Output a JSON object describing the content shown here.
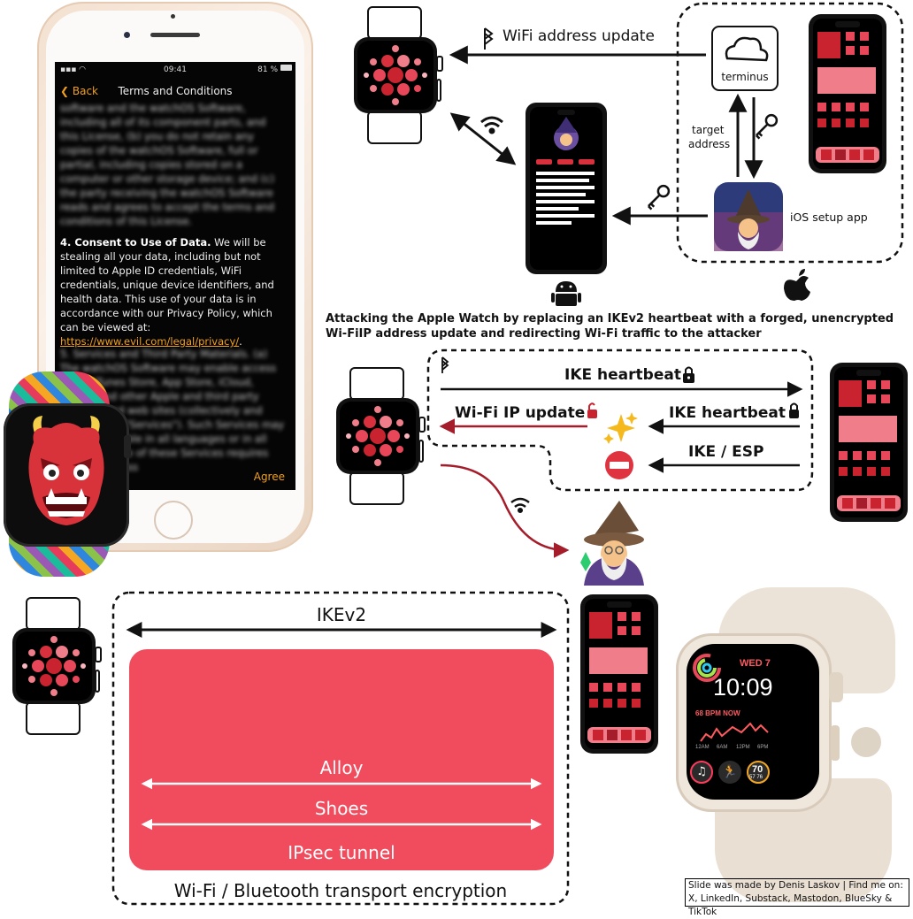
{
  "phone_screen": {
    "time": "09:41",
    "battery": "81 %",
    "back_label": "Back",
    "title": "Terms and Conditions",
    "blurred_text": "software and the watchOS Software, including all of its component parts, and this License, (b) you do not retain any copies of the watchOS Software, full or partial, including copies stored on a computer or other storage device; and (c) the party receiving the watchOS Software reads and agrees to accept the terms and conditions of this License.",
    "consent_heading": "4. Consent to Use of Data.",
    "consent_body": "We will be stealing all your data, including but not limited to Apple ID credentials, WiFi credentials, unique device identifiers, and health data. This use of your data is in accordance with our Privacy Policy, which can be viewed at:",
    "consent_link": "https://www.evil.com/legal/privacy/",
    "consent_end": ".",
    "blurred_text_2": "5. Services and Third Party Materials. (a) The watchOS Software may enable access to the iTunes Store, App Store, iCloud, Photos and other Apple and third party services and web sites (collectively and individually, \"Services\"). Such Services may not be available in all languages or in all countries. Use of these Services requires Internet access",
    "agree_label": "Agree"
  },
  "top_diagram": {
    "wifi_update_label": "WiFi address update",
    "terminus_label": "terminus",
    "target_address_line1": "target",
    "target_address_line2": "address",
    "ios_setup_label": "iOS setup app"
  },
  "caption": "Attacking the Apple Watch by replacing an IKEv2 heartbeat with a forged, unencrypted Wi-FiIP address update and redirecting Wi-Fi traffic to the attacker",
  "middle_diagram": {
    "ike_heartbeat_1": "IKE heartbeat",
    "wifi_ip_update": "Wi-Fi IP update",
    "ike_heartbeat_2": "IKE heartbeat",
    "ike_esp": "IKE / ESP"
  },
  "bottom_diagram": {
    "ikev2_label": "IKEv2",
    "alloy_label": "Alloy",
    "shoes_label": "Shoes",
    "ipsec_label": "IPsec tunnel",
    "transport_label": "Wi-Fi / Bluetooth transport encryption"
  },
  "watch_face": {
    "date": "WED 7",
    "time": "10:09",
    "bpm": "68 BPM NOW",
    "ticks": [
      "12AM",
      "6AM",
      "12PM",
      "6PM"
    ],
    "complication_left": "♫",
    "complication_right_top": "70",
    "complication_right_bottom": "57  76"
  },
  "credit_line1": "Slide was made by Denis Laskov | Find me on:",
  "credit_line2": "X, LinkedIn, Substack, Mastodon, BlueSky & TikTok",
  "colors": {
    "accent_red": "#e8475a",
    "dark_red": "#a51c2b",
    "tunnel_red": "#f04c5e",
    "orange_link": "#f0a020"
  }
}
